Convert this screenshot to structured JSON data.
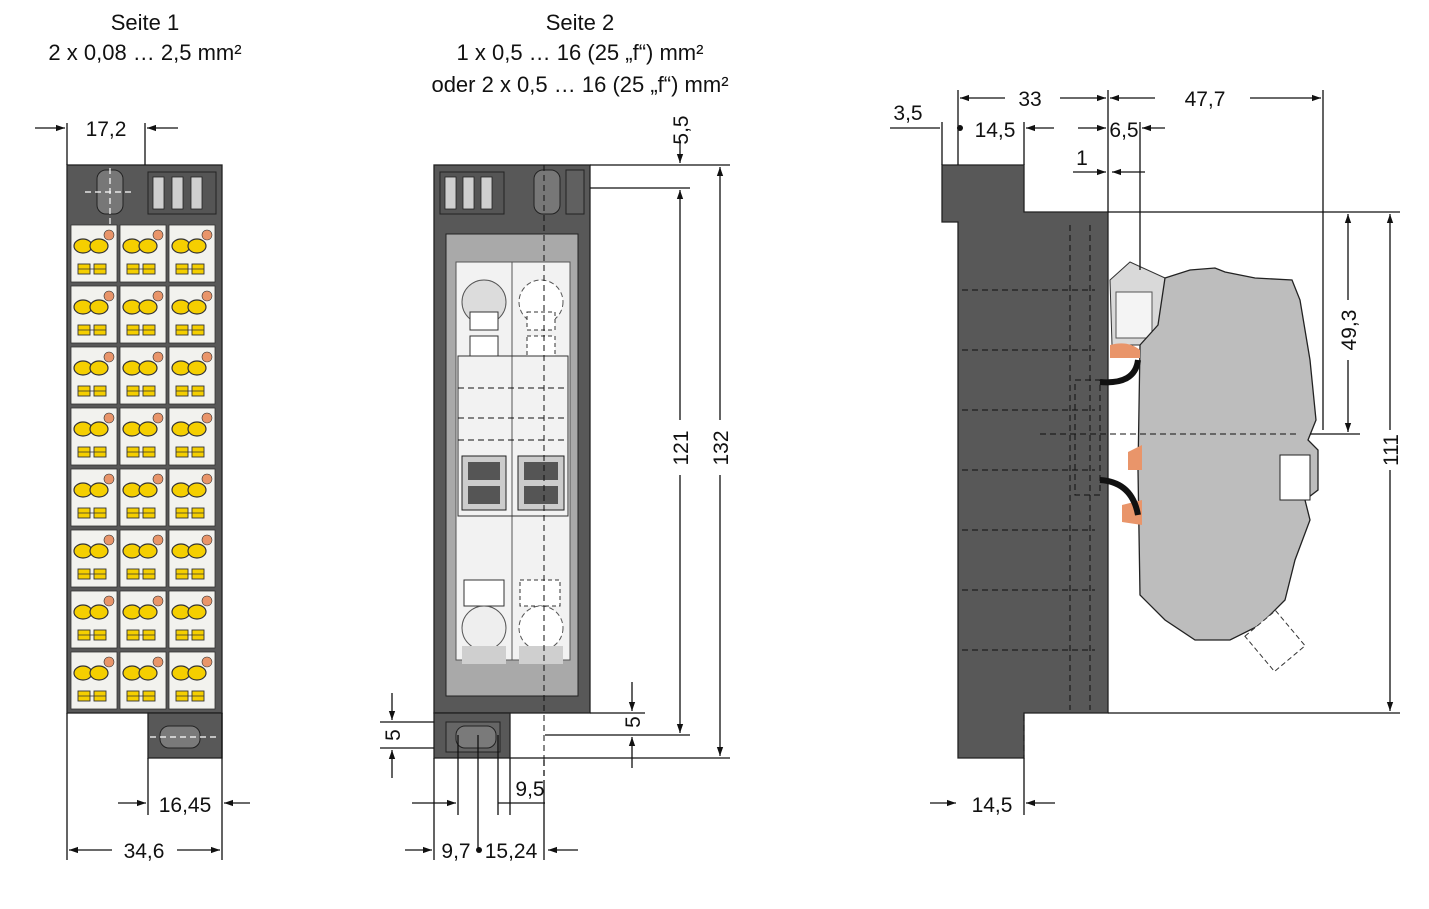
{
  "labels": {
    "side1_title": "Seite 1",
    "side1_spec": "2 x 0,08 … 2,5 mm²",
    "side2_title": "Seite 2",
    "side2_spec1": "1 x 0,5 … 16 (25 „f“) mm²",
    "side2_spec2": "oder 2 x 0,5 … 16 (25 „f“) mm²"
  },
  "dimensions": {
    "front": {
      "top_width": "17,2",
      "bottom_offset": "16,45",
      "total_width": "34,6"
    },
    "middle": {
      "top_offset": "5,5",
      "height_inner": "121",
      "height_total": "132",
      "foot_right": "5",
      "foot_left": "5",
      "foot_width": "9,5",
      "bottom_left": "9,7",
      "bottom_pitch": "15,24"
    },
    "side": {
      "w33": "33",
      "w47_7": "47,7",
      "w3_5": "3,5",
      "w14_5_top": "14,5",
      "w6_5": "6,5",
      "w1": "1",
      "h49_3": "49,3",
      "h111": "111",
      "w14_5_bottom": "14,5"
    }
  },
  "colors": {
    "housing": "#585858",
    "cell": "#f2f2ee",
    "yellow": "#f5cf00",
    "orange": "#e9956a",
    "module": "#bdbdbd",
    "line": "#111111"
  }
}
